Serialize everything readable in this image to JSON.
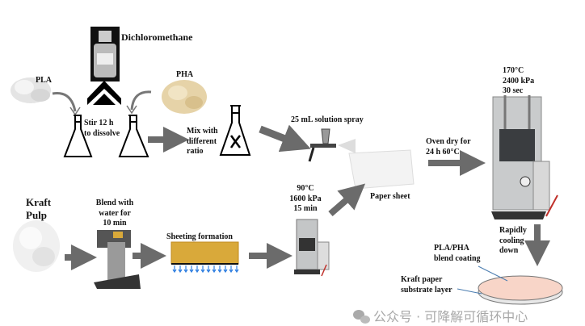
{
  "labels": {
    "dichloromethane": "Dichloromethane",
    "pla": "PLA",
    "pha": "PHA",
    "stir": [
      "Stir 12 h",
      "to dissolve"
    ],
    "mix": [
      "Mix with",
      "different",
      "ratio"
    ],
    "spray": "25 mL solution spray",
    "paper_sheet": "Paper sheet",
    "oven": [
      "Oven dry for",
      "24 h 60°C"
    ],
    "hot_press_top": [
      "170°C",
      "2400 kPa",
      "30 sec"
    ],
    "kraft_pulp": [
      "Kraft",
      "Pulp"
    ],
    "blend": [
      "Blend with",
      "water for",
      "10 min"
    ],
    "sheeting": "Sheeting formation",
    "press_small": [
      "90°C",
      "1600 kPa",
      "15 min"
    ],
    "cooling": [
      "Rapidly",
      "cooling",
      "down"
    ],
    "coating": [
      "PLA/PHA",
      "blend coating"
    ],
    "substrate": [
      "Kraft paper",
      "substrate layer"
    ]
  },
  "watermark": "公众号 · 可降解可循环中心",
  "colors": {
    "arrow": "#6b6b6b",
    "coating": "#f8d5c8",
    "pha": "#e6d3a8",
    "sheet": "#d9a93a",
    "water": "#2f7fe0"
  }
}
